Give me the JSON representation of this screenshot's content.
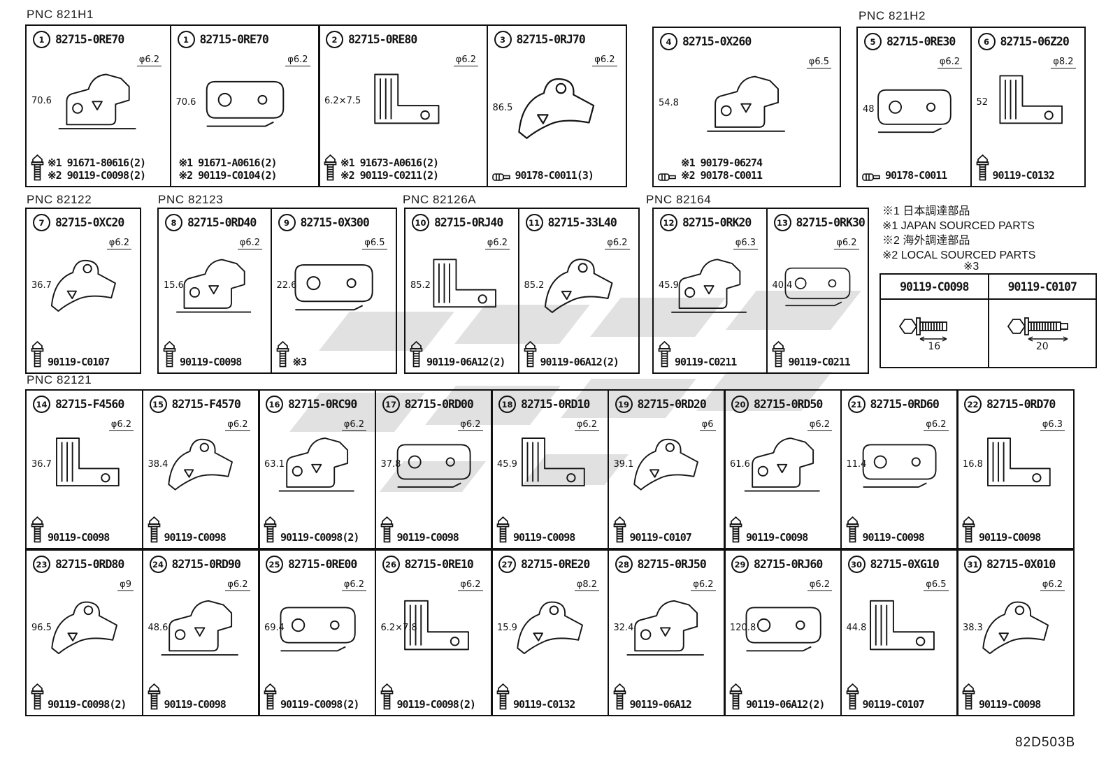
{
  "page": {
    "code": "82D503B"
  },
  "notes": {
    "lines": [
      "※1 日本調達部品",
      "※1 JAPAN SOURCED PARTS",
      "※2 海外調達部品",
      "※2 LOCAL SOURCED PARTS"
    ],
    "ref_label": "※3"
  },
  "ref_table": {
    "columns": [
      {
        "part": "90119-C0098",
        "length": "16"
      },
      {
        "part": "90119-C0107",
        "length": "20"
      }
    ]
  },
  "groups": [
    {
      "pnc": "PNC 821H1",
      "cells": [
        {
          "num": "1",
          "part": "82715-0RE70",
          "dims": [
            "70.6",
            "φ6.2"
          ],
          "fasteners": [
            "※1 91671-80616(2)",
            "※2 90119-C0098(2)"
          ],
          "icon": "bolt"
        },
        {
          "num": "1",
          "part": "82715-0RE70",
          "dims": [
            "70.6",
            "φ6.2"
          ],
          "fasteners": [
            "※1 91671-A0616(2)",
            "※2 90119-C0104(2)"
          ],
          "icon": "none"
        },
        {
          "num": "2",
          "part": "82715-0RE80",
          "dims": [
            "6.2×7.5",
            "φ6.2"
          ],
          "fasteners": [
            "※1 91673-A0616(2)",
            "※2 90119-C0211(2)"
          ],
          "icon": "bolt"
        },
        {
          "num": "3",
          "part": "82715-0RJ70",
          "dims": [
            "86.5",
            "φ6.2"
          ],
          "fasteners": [
            "90178-C0011(3)"
          ],
          "icon": "nut"
        }
      ]
    },
    {
      "pnc": "",
      "cells": [
        {
          "num": "4",
          "part": "82715-0X260",
          "dims": [
            "54.8",
            "φ6.5"
          ],
          "fasteners": [
            "※1 90179-06274",
            "※2 90178-C0011"
          ],
          "icon": "nut"
        }
      ]
    },
    {
      "pnc": "PNC 821H2",
      "cells": [
        {
          "num": "5",
          "part": "82715-0RE30",
          "dims": [
            "48",
            "φ6.2"
          ],
          "fasteners": [
            "90178-C0011"
          ],
          "icon": "nut"
        },
        {
          "num": "6",
          "part": "82715-06Z20",
          "dims": [
            "52",
            "φ8.2"
          ],
          "fasteners": [
            "90119-C0132"
          ],
          "icon": "bolt"
        }
      ]
    },
    {
      "pnc": "PNC 82122",
      "cells": [
        {
          "num": "7",
          "part": "82715-0XC20",
          "dims": [
            "36.7",
            "φ6.2"
          ],
          "fasteners": [
            "90119-C0107"
          ],
          "icon": "bolt"
        }
      ]
    },
    {
      "pnc": "PNC 82123",
      "cells": [
        {
          "num": "8",
          "part": "82715-0RD40",
          "dims": [
            "15.6",
            "φ6.2"
          ],
          "fasteners": [
            "90119-C0098"
          ],
          "icon": "bolt"
        },
        {
          "num": "9",
          "part": "82715-0X300",
          "dims": [
            "22.6",
            "φ6.5"
          ],
          "fasteners": [
            "※3"
          ],
          "icon": "bolt"
        }
      ]
    },
    {
      "pnc": "PNC 82126A",
      "cells": [
        {
          "num": "10",
          "part": "82715-0RJ40",
          "dims": [
            "85.2",
            "φ6.2"
          ],
          "fasteners": [
            "90119-06A12(2)"
          ],
          "icon": "bolt"
        },
        {
          "num": "11",
          "part": "82715-33L40",
          "dims": [
            "85.2",
            "φ6.2"
          ],
          "fasteners": [
            "90119-06A12(2)"
          ],
          "icon": "bolt"
        }
      ]
    },
    {
      "pnc": "PNC 82164",
      "cells": [
        {
          "num": "12",
          "part": "82715-0RK20",
          "dims": [
            "45.9",
            "φ6.3"
          ],
          "fasteners": [
            "90119-C0211"
          ],
          "icon": "bolt"
        },
        {
          "num": "13",
          "part": "82715-0RK30",
          "dims": [
            "40.4",
            "φ6.2"
          ],
          "fasteners": [
            "90119-C0211"
          ],
          "icon": "bolt"
        }
      ]
    },
    {
      "pnc": "PNC 82121",
      "cells": [
        {
          "num": "14",
          "part": "82715-F4560",
          "dims": [
            "36.7",
            "φ6.2"
          ],
          "fasteners": [
            "90119-C0098"
          ],
          "icon": "bolt"
        },
        {
          "num": "15",
          "part": "82715-F4570",
          "dims": [
            "38.4",
            "φ6.2"
          ],
          "fasteners": [
            "90119-C0098"
          ],
          "icon": "bolt"
        },
        {
          "num": "16",
          "part": "82715-0RC90",
          "dims": [
            "63.1",
            "φ6.2"
          ],
          "fasteners": [
            "90119-C0098(2)"
          ],
          "icon": "bolt"
        },
        {
          "num": "17",
          "part": "82715-0RD00",
          "dims": [
            "37.8",
            "φ6.2"
          ],
          "fasteners": [
            "90119-C0098"
          ],
          "icon": "bolt"
        },
        {
          "num": "18",
          "part": "82715-0RD10",
          "dims": [
            "45.9",
            "φ6.2"
          ],
          "fasteners": [
            "90119-C0098"
          ],
          "icon": "bolt"
        },
        {
          "num": "19",
          "part": "82715-0RD20",
          "dims": [
            "39.1",
            "φ6"
          ],
          "fasteners": [
            "90119-C0107"
          ],
          "icon": "bolt"
        },
        {
          "num": "20",
          "part": "82715-0RD50",
          "dims": [
            "61.6",
            "φ6.2"
          ],
          "fasteners": [
            "90119-C0098"
          ],
          "icon": "bolt"
        },
        {
          "num": "21",
          "part": "82715-0RD60",
          "dims": [
            "11.4",
            "φ6.2"
          ],
          "fasteners": [
            "90119-C0098"
          ],
          "icon": "bolt"
        },
        {
          "num": "22",
          "part": "82715-0RD70",
          "dims": [
            "16.8",
            "φ6.3"
          ],
          "fasteners": [
            "90119-C0098"
          ],
          "icon": "bolt"
        }
      ]
    },
    {
      "pnc": "",
      "cells": [
        {
          "num": "23",
          "part": "82715-0RD80",
          "dims": [
            "96.5",
            "φ9"
          ],
          "fasteners": [
            "90119-C0098(2)"
          ],
          "icon": "bolt"
        },
        {
          "num": "24",
          "part": "82715-0RD90",
          "dims": [
            "48.6",
            "φ6.2"
          ],
          "fasteners": [
            "90119-C0098"
          ],
          "icon": "bolt"
        },
        {
          "num": "25",
          "part": "82715-0RE00",
          "dims": [
            "69.4",
            "φ6.2"
          ],
          "fasteners": [
            "90119-C0098(2)"
          ],
          "icon": "bolt"
        },
        {
          "num": "26",
          "part": "82715-0RE10",
          "dims": [
            "6.2×7.8",
            "φ6.2"
          ],
          "fasteners": [
            "90119-C0098(2)"
          ],
          "icon": "bolt"
        },
        {
          "num": "27",
          "part": "82715-0RE20",
          "dims": [
            "15.9",
            "φ8.2"
          ],
          "fasteners": [
            "90119-C0132"
          ],
          "icon": "bolt"
        },
        {
          "num": "28",
          "part": "82715-0RJ50",
          "dims": [
            "32.4",
            "φ6.2"
          ],
          "fasteners": [
            "90119-06A12"
          ],
          "icon": "bolt"
        },
        {
          "num": "29",
          "part": "82715-0RJ60",
          "dims": [
            "120.8",
            "φ6.2"
          ],
          "fasteners": [
            "90119-06A12(2)"
          ],
          "icon": "bolt"
        },
        {
          "num": "30",
          "part": "82715-0XG10",
          "dims": [
            "44.8",
            "φ6.5"
          ],
          "fasteners": [
            "90119-C0107"
          ],
          "icon": "bolt"
        },
        {
          "num": "31",
          "part": "82715-0X010",
          "dims": [
            "38.3",
            "φ6.2"
          ],
          "fasteners": [
            "90119-C0098"
          ],
          "icon": "bolt"
        }
      ]
    }
  ]
}
